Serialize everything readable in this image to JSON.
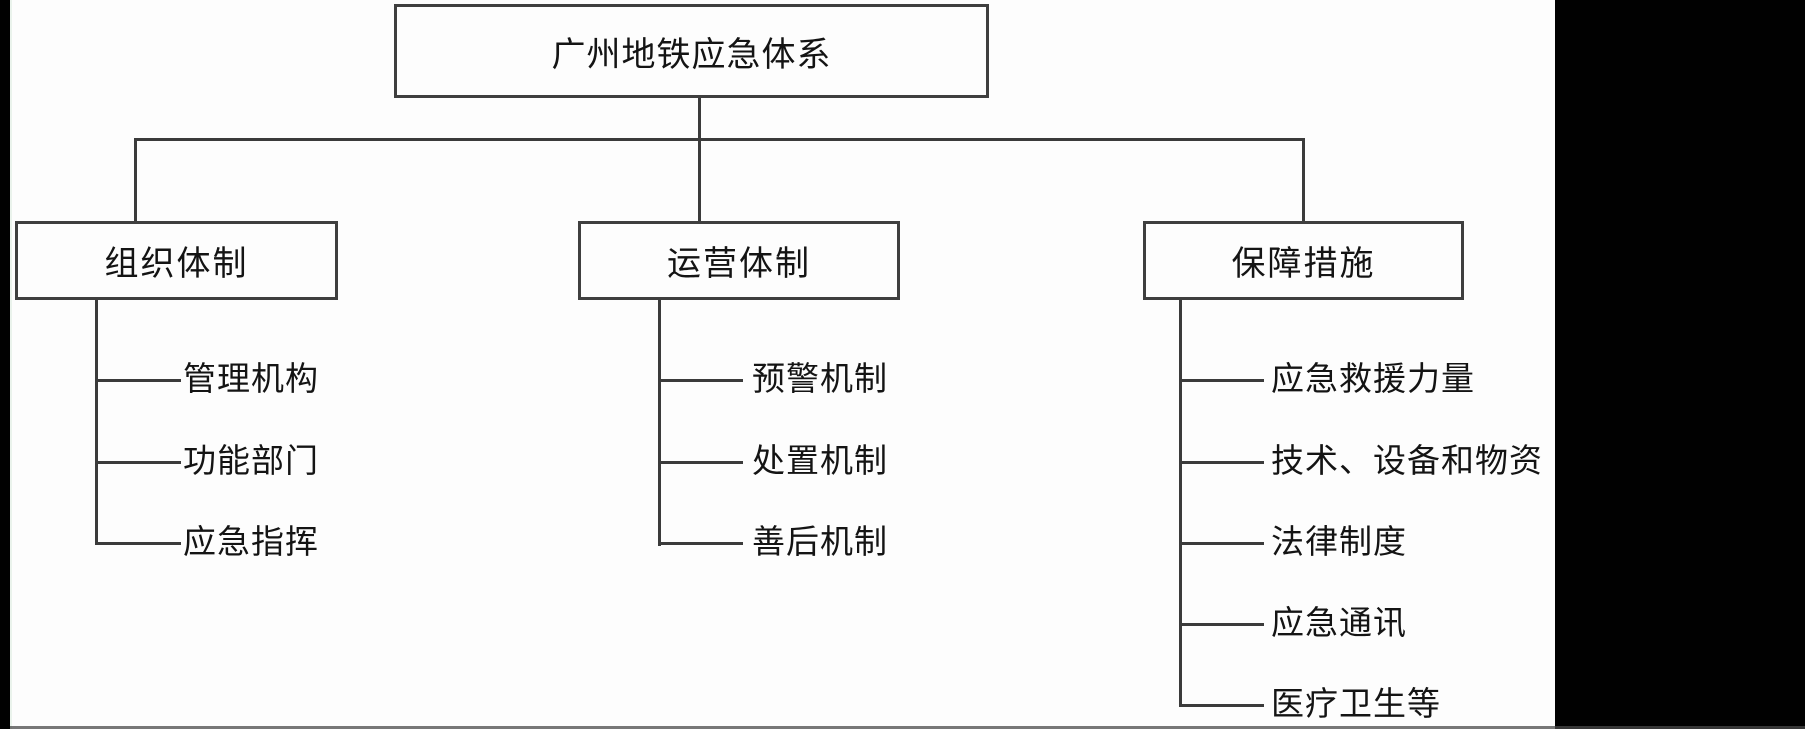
{
  "figure": {
    "title": "广州地铁应急体系",
    "root": "广州地铁应急体系",
    "branches": [
      {
        "label": "组织体制",
        "children": [
          "管理机构",
          "功能部门",
          "应急指挥"
        ]
      },
      {
        "label": "运营体制",
        "children": [
          "预警机制",
          "处置机制",
          "善后机制"
        ]
      },
      {
        "label": "保障措施",
        "children": [
          "应急救援力量",
          "技术、设备和物资",
          "法律制度",
          "应急通讯",
          "医疗卫生等"
        ]
      }
    ]
  },
  "colors": {
    "line": "#3b3b3b",
    "box_border": "#3f3f3f",
    "text": "#141414",
    "background": "#fdfdfd",
    "edge_bar": "#010101"
  }
}
